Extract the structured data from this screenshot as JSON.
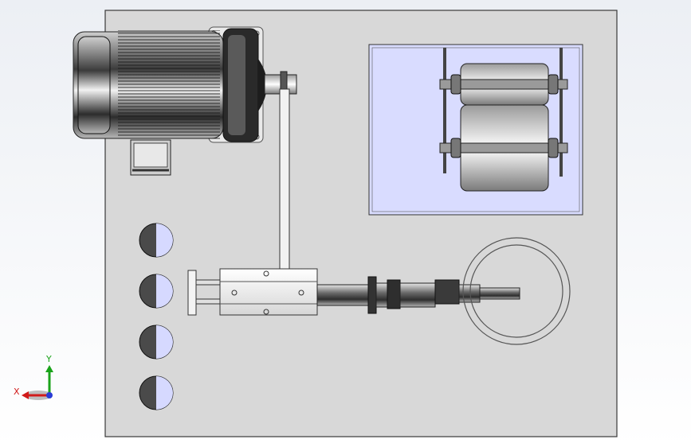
{
  "app": {
    "title": "",
    "view": "front"
  },
  "triad": {
    "x_label": "X",
    "y_label": "Y",
    "x_color": "#d11a1a",
    "y_color": "#1aa31a",
    "z_color": "#2a3cd6"
  },
  "model": {
    "components": [
      {
        "name": "base-plate",
        "color": "#d8d8d8"
      },
      {
        "name": "motor",
        "color": "#3a3a3a"
      },
      {
        "name": "drive-belt",
        "color": "#f2f2f2"
      },
      {
        "name": "roller-assembly",
        "color": "#d9dcff"
      },
      {
        "name": "cylinder-actuator",
        "color": "#f4f4f4"
      },
      {
        "name": "spindle-shaft",
        "color": "#8c8c8c"
      },
      {
        "name": "ring-gear",
        "color": "#cfcfcf"
      },
      {
        "name": "bolt-heads",
        "count": 4
      }
    ]
  },
  "icons": [
    "view-triad-icon"
  ]
}
